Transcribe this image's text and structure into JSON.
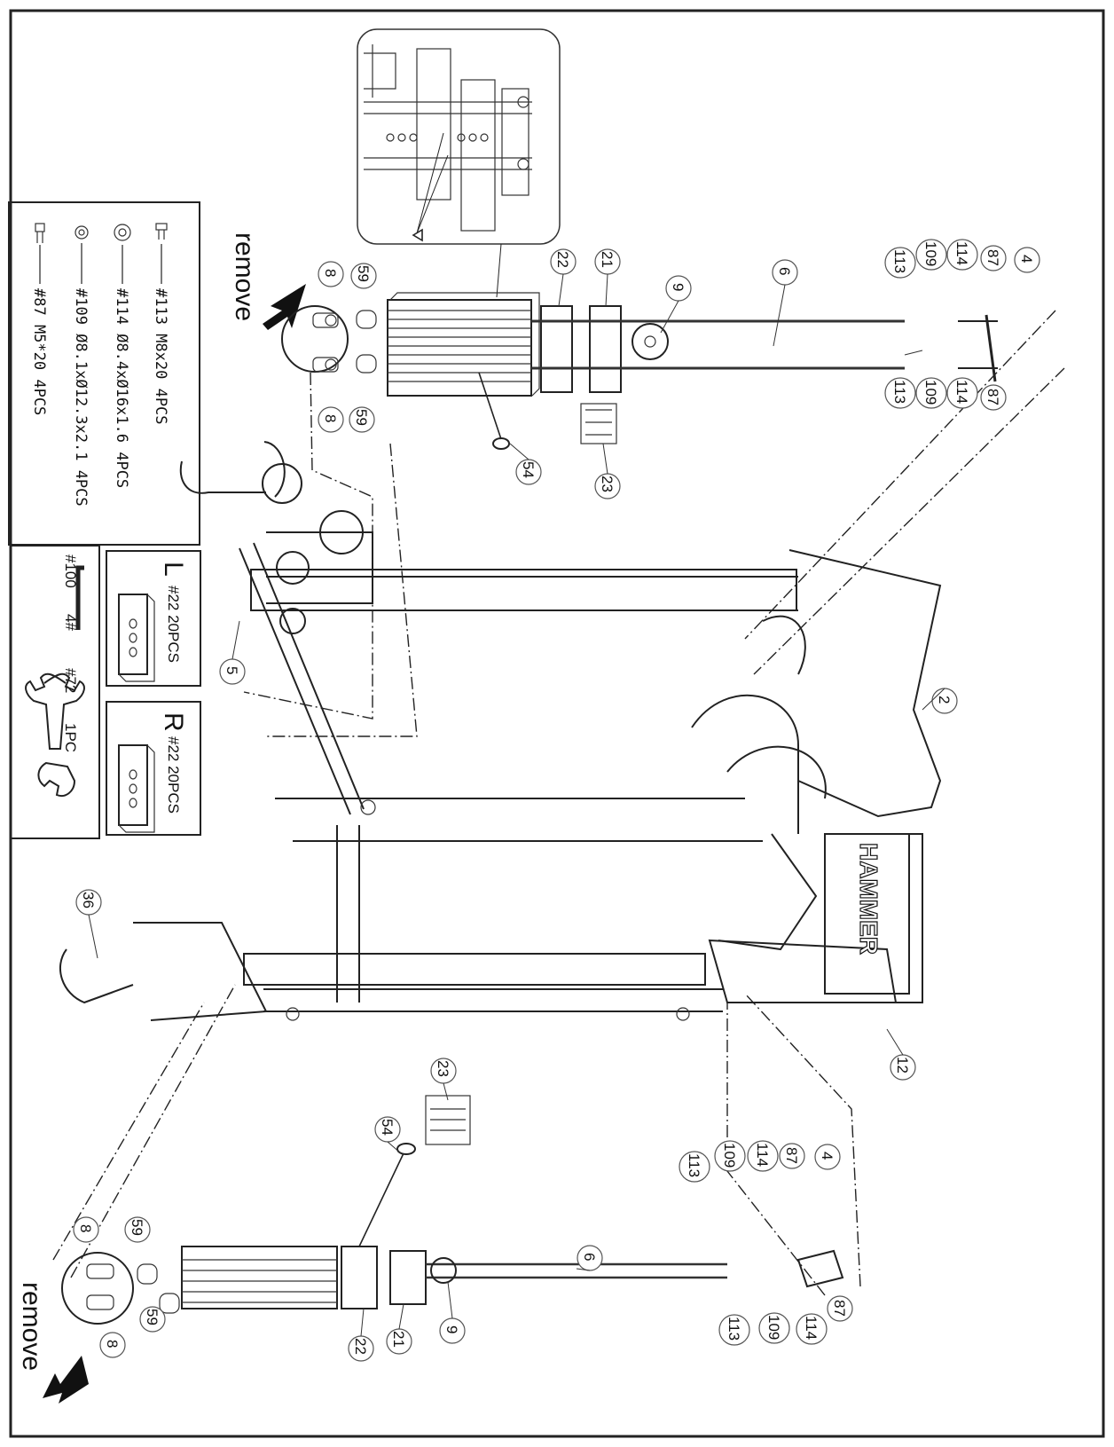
{
  "diagram": {
    "remove_top": "remove",
    "remove_bottom": "remove",
    "callouts": {
      "c8a": "8",
      "c8b": "8",
      "c59a": "59",
      "c59b": "59",
      "c22": "22",
      "c21": "21",
      "c9": "9",
      "c6": "6",
      "c113a": "113",
      "c109a": "109",
      "c114a": "114",
      "c87a": "87",
      "c4": "4",
      "c87b": "87",
      "c114b": "114",
      "c109b": "109",
      "c113b": "113",
      "c54": "54",
      "c23": "23",
      "c5": "5",
      "c2": "2",
      "c36": "36",
      "c12": "12",
      "l54": "54",
      "l23": "23",
      "l113a": "113",
      "l109a": "109",
      "l114a": "114",
      "l87a": "87",
      "l4": "4",
      "l6": "6",
      "l8a": "8",
      "l59a": "59",
      "l22": "22",
      "l21": "21",
      "l9": "9",
      "l8b": "8",
      "l59b": "59",
      "l87b": "87",
      "l114b": "114",
      "l109b": "109",
      "l113b": "113"
    },
    "brand": "HAMMER"
  },
  "legend": {
    "items": [
      {
        "text": "#113 M8x20 4PCS"
      },
      {
        "text": "#114 Ø8.4xØ16x1.6 4PCS"
      },
      {
        "text": "#109 Ø8.1xØ12.3x2.1 4PCS"
      },
      {
        "text": "#87 M5*20 4PCS"
      }
    ]
  },
  "plates": {
    "left_letter": "L",
    "left_text": "#22 20PCS",
    "right_letter": "R",
    "right_text": "#22 20PCS"
  },
  "tools": {
    "key": "#100",
    "key_size": "4#",
    "wrench": "#72",
    "wrench_qty": "1PC"
  }
}
